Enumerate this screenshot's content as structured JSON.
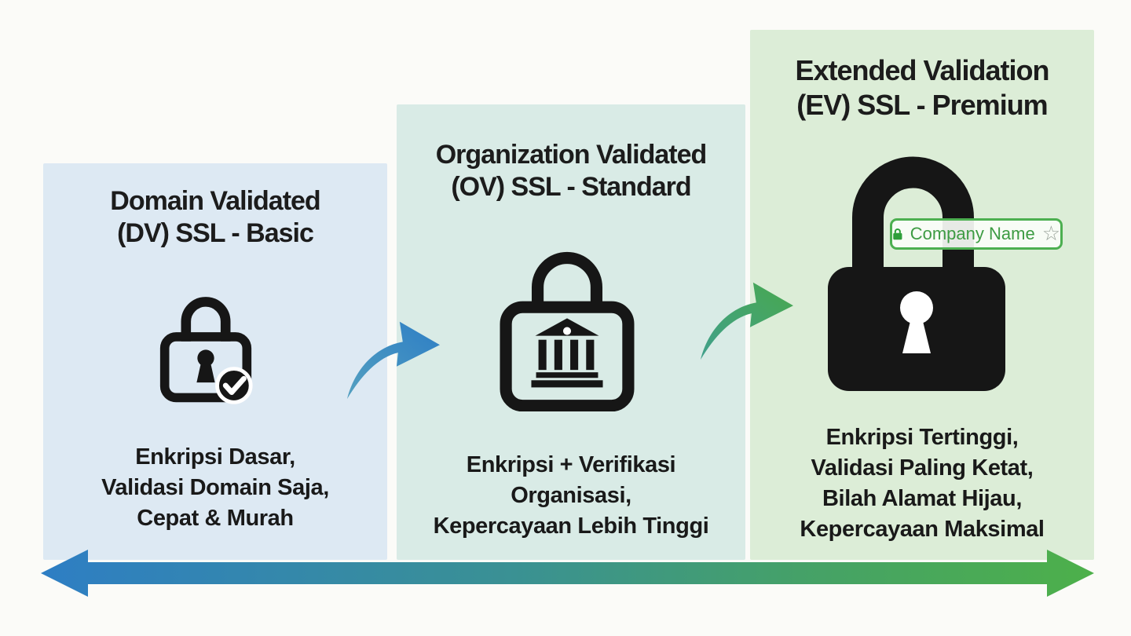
{
  "panels": [
    {
      "title_line1": "Domain Validated",
      "title_line2": "(DV) SSL - Basic",
      "desc_lines": [
        "Enkripsi Dasar,",
        "Validasi Domain Saja,",
        "Cepat & Murah"
      ],
      "icon": "padlock-check-icon",
      "bg_color": "#dde9f3"
    },
    {
      "title_line1": "Organization Validated",
      "title_line2": "(OV) SSL - Standard",
      "desc_lines": [
        "Enkripsi + Verifikasi",
        "Organisasi,",
        "Kepercayaan Lebih Tinggi"
      ],
      "icon": "padlock-bank-icon",
      "bg_color": "#d9ebe6"
    },
    {
      "title_line1": "Extended Validation",
      "title_line2": "(EV) SSL - Premium",
      "desc_lines": [
        "Enkripsi Tertinggi,",
        "Validasi Paling Ketat,",
        "Bilah Alamat Hijau,",
        "Kepercayaan Maksimal"
      ],
      "icon": "padlock-filled-icon",
      "bg_color": "#dcedd7",
      "address_bar": {
        "label": "Company Name",
        "lock_icon": "green-lock-icon",
        "star_icon": "star-outline-icon",
        "border_color": "#4caf50",
        "text_color": "#3d9b43"
      }
    }
  ],
  "flow_arrows": [
    {
      "icon": "curved-arrow-dv-to-ov",
      "color_start": "#54a0c0",
      "color_end": "#2d7ec5"
    },
    {
      "icon": "curved-arrow-ov-to-ev",
      "color_start": "#41a08c",
      "color_end": "#48a84e"
    }
  ],
  "axis_arrow": {
    "icon": "double-headed-gradient-arrow",
    "gradient": [
      "#2e7ec4",
      "#3a9193",
      "#45a168",
      "#4db04a"
    ]
  },
  "colors": {
    "background": "#fbfbf8",
    "text": "#1c1c1c",
    "icon_black": "#161616",
    "panel_dv_bg": "#dde9f3",
    "panel_ov_bg": "#d9ebe6",
    "panel_ev_bg": "#dcedd7"
  }
}
